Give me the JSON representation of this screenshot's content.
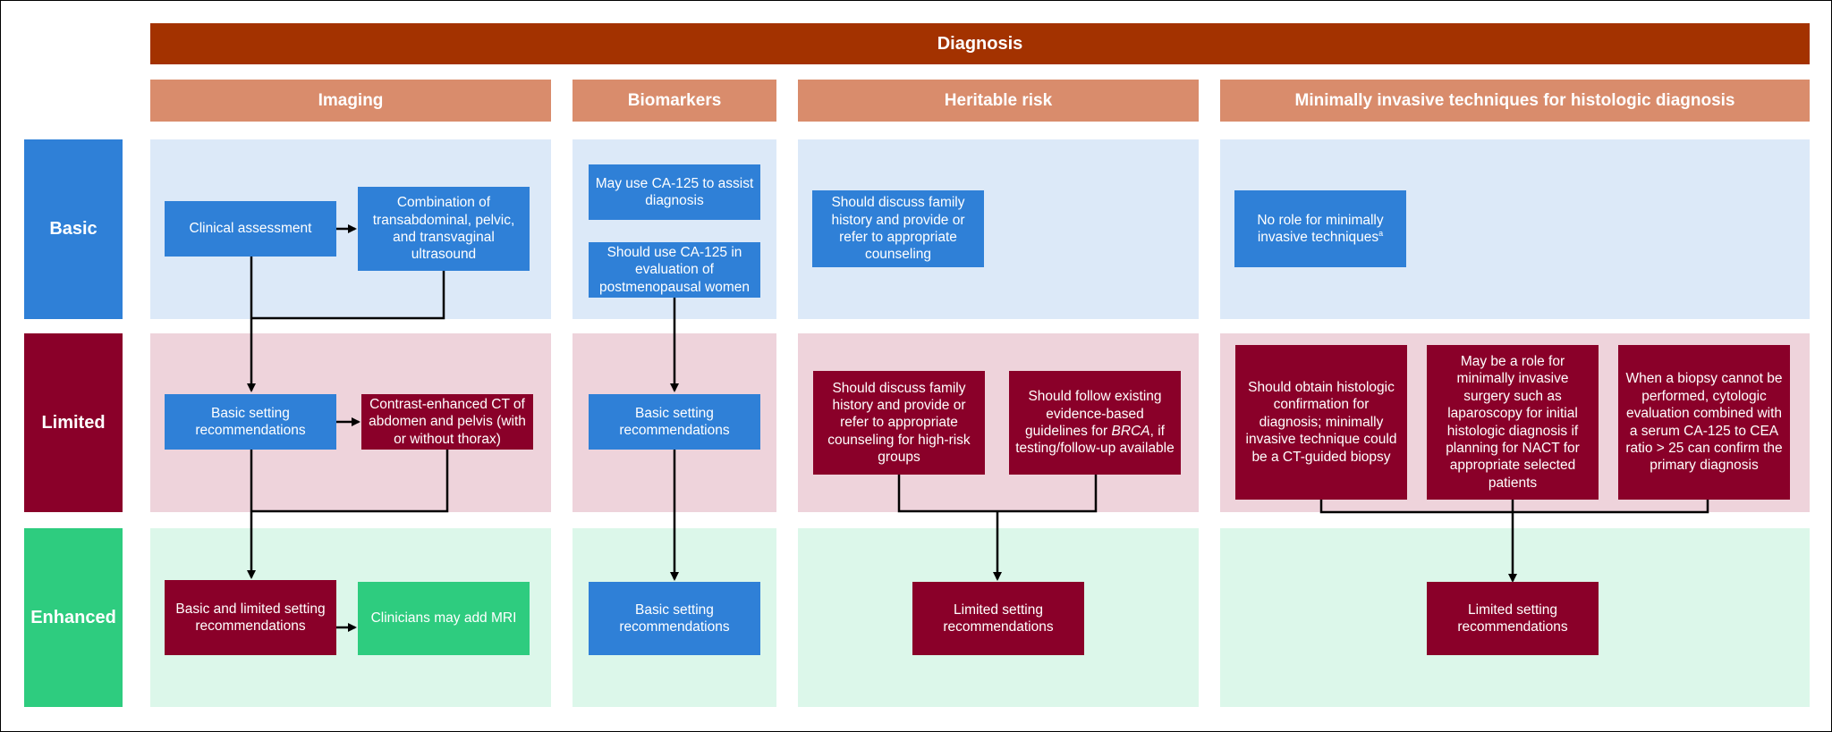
{
  "title": "Diagnosis",
  "columns": {
    "imaging": "Imaging",
    "biomarkers": "Biomarkers",
    "heritable": "Heritable risk",
    "minimally": "Minimally invasive techniques for histologic diagnosis"
  },
  "levels": {
    "basic": "Basic",
    "limited": "Limited",
    "enhanced": "Enhanced"
  },
  "boxes": {
    "img_basic_clinical": "Clinical assessment",
    "img_basic_ultrasound": "Combination of transabdominal, pelvic, and transvaginal ultrasound",
    "img_limited_basic": "Basic setting recommendations",
    "img_limited_ct": "Contrast-enhanced CT of abdomen and pelvis (with or without thorax)",
    "img_enhanced_basic_limited": "Basic and limited setting recommendations",
    "img_enhanced_mri": "Clinicians may add MRI",
    "bio_basic_assist": "May use CA-125 to assist diagnosis",
    "bio_basic_eval": "Should use CA-125 in evaluation of postmenopausal women",
    "bio_limited_basic": "Basic setting recommendations",
    "bio_enhanced_basic": "Basic setting recommendations",
    "her_basic_discuss": "Should discuss family history and provide or refer to appropriate counseling",
    "her_limited_discuss": "Should discuss family history and provide or refer to appropriate counseling for high-risk groups",
    "her_limited_follow_pre": "Should follow existing evidence-based guidelines for ",
    "her_limited_follow_brca": "BRCA",
    "her_limited_follow_post": ", if testing/follow-up available",
    "her_enhanced_limited": "Limited setting recommendations",
    "min_basic_norole": "No role for minimally invasive techniques",
    "min_basic_sup": "a",
    "min_limited_histo": "Should obtain histologic confirmation for diagnosis; minimally invasive technique could be a CT-guided biopsy",
    "min_limited_role": "May be a role for minimally invasive surgery such as laparoscopy for initial histologic diagnosis if planning for NACT for appropriate selected patients",
    "min_limited_biopsy": "When a biopsy cannot be performed, cytologic evaluation combined with a serum CA-125 to CEA ratio > 25 can confirm the primary diagnosis",
    "min_enhanced_limited": "Limited setting recommendations"
  },
  "colors": {
    "title_bar": "#a33200",
    "column_header": "#d98c6c",
    "basic": "#2f80d7",
    "limited": "#8a0029",
    "enhanced": "#2ecc7f",
    "basic_panel": "#dce9f8",
    "limited_panel": "#eed3db",
    "enhanced_panel": "#dcf7ea"
  }
}
